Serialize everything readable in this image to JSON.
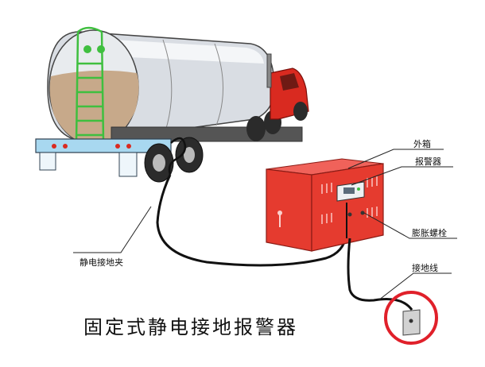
{
  "labels": {
    "outer_box": "外箱",
    "alarm": "报警器",
    "expansion_bolt": "膨胀螺栓",
    "ground_wire": "接地线",
    "ground_clamp": "静电接地夹"
  },
  "title": "固定式静电接地报警器",
  "colors": {
    "cabinet_red": "#e53b2f",
    "truck_red": "#d92a20",
    "tank_silver": "#d9dde3",
    "tank_content": "#c7a98a",
    "ladder_green": "#3fbf3f",
    "bumper_blue": "#a8d8f0",
    "ground_circle": "#e0202a"
  },
  "icons": [
    "tanker-truck-illustration",
    "grounding-cabinet",
    "alarm-unit",
    "ground-stake"
  ]
}
